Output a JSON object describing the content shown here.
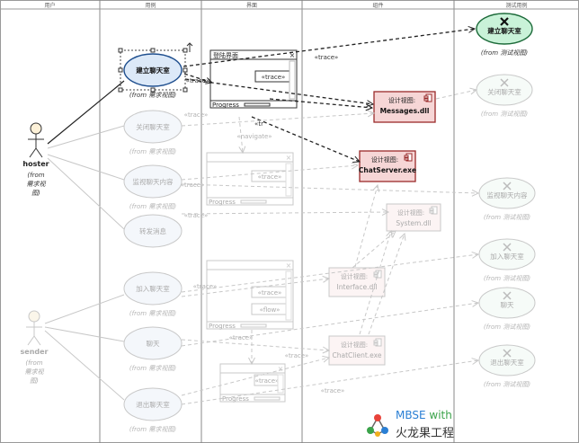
{
  "lanes": [
    "用户",
    "用例",
    "界面",
    "组件",
    "测试用例"
  ],
  "actors": [
    {
      "id": "hoster",
      "name": "hoster",
      "from": [
        "(from",
        "需求视",
        "图)"
      ],
      "faded": false
    },
    {
      "id": "sender",
      "name": "sender",
      "from": [
        "(from",
        "需求视",
        "图)"
      ],
      "faded": true
    }
  ],
  "usecases": [
    {
      "id": "uc1",
      "label": "建立聊天室",
      "from": "(from 需求视图)",
      "faded": false,
      "selected": true
    },
    {
      "id": "uc2",
      "label": "关闭聊天室",
      "from": "(from 需求视图)",
      "faded": true
    },
    {
      "id": "uc3",
      "label": "监视聊天内容",
      "from": "(from 需求视图)",
      "faded": true
    },
    {
      "id": "uc4",
      "label": "转发消息",
      "from": "",
      "faded": true
    },
    {
      "id": "uc5",
      "label": "加入聊天室",
      "from": "(from 需求视图)",
      "faded": true
    },
    {
      "id": "uc6",
      "label": "聊天",
      "from": "(from 需求视图)",
      "faded": true
    },
    {
      "id": "uc7",
      "label": "退出聊天室",
      "from": "(from 需求视图)",
      "faded": true
    }
  ],
  "tests": [
    {
      "id": "t1",
      "label": "建立聊天室",
      "from": "(from 测试视图)",
      "faded": false
    },
    {
      "id": "t2",
      "label": "关闭聊天室",
      "from": "(from 测试视图)",
      "faded": true
    },
    {
      "id": "t3",
      "label": "监视聊天内容",
      "from": "(from 测试视图)",
      "faded": true
    },
    {
      "id": "t4",
      "label": "加入聊天室",
      "from": "(from 测试视图)",
      "faded": true
    },
    {
      "id": "t5",
      "label": "聊天",
      "from": "(from 测试视图)",
      "faded": true
    },
    {
      "id": "t6",
      "label": "退出聊天室",
      "from": "(from 测试视图)",
      "faded": true
    }
  ],
  "screens": [
    {
      "id": "s1",
      "title": "登陆界面",
      "trace": "«trace»",
      "progress": "Progress",
      "faded": false
    },
    {
      "id": "s2",
      "title": "",
      "trace": "«trace»",
      "progress": "Progress",
      "faded": true
    },
    {
      "id": "s3",
      "title": "",
      "trace": "«trace»",
      "flow": "«flow»",
      "progress": "Progress",
      "faded": true
    },
    {
      "id": "s4",
      "title": "",
      "trace": "«trace»",
      "progress": "Progress",
      "faded": true
    }
  ],
  "components": [
    {
      "id": "c1",
      "stereo": "设计视图:",
      "name": "Messages.dll",
      "faded": false
    },
    {
      "id": "c2",
      "stereo": "设计视图:",
      "name": "ChatServer.exe",
      "faded": false
    },
    {
      "id": "c3",
      "stereo": "设计视图:",
      "name": "System.dll",
      "faded": true
    },
    {
      "id": "c4",
      "stereo": "设计视图:",
      "name": "Interface.dll",
      "faded": true
    },
    {
      "id": "c5",
      "stereo": "设计视图:",
      "name": "ChatClient.exe",
      "faded": true
    }
  ],
  "labels": {
    "trace": "«trace»",
    "navigate": "«navigate»",
    "flow": "«flow»",
    "tr": "«tr"
  },
  "logo": {
    "line1": "MBSE",
    "with": "with",
    "line2": "火龙果工程"
  },
  "colors": {
    "usecase_fill": "#dce9f8",
    "usecase_stroke": "#1f4f8f",
    "test_fill": "#c9f2d8",
    "component_fill": "#f6d6d6",
    "component_stroke": "#9a2b2b",
    "faded": "#c8c8c8"
  }
}
